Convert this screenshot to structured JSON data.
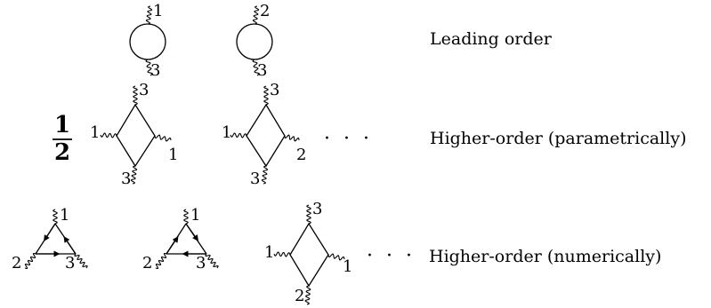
{
  "rows": [
    {
      "label": "Leading order"
    },
    {
      "label": "Higher-order (parametrically)"
    },
    {
      "label": "Higher-order (numerically)"
    }
  ],
  "symmetry_factor": {
    "numerator": "1",
    "denominator": "2"
  },
  "ellipsis": "· · ·",
  "legs": {
    "bubble1": {
      "top": "1",
      "bottom": "3"
    },
    "bubble2": {
      "top": "2",
      "bottom": "3"
    },
    "diamond1": {
      "top": "3",
      "left": "1",
      "right": "1",
      "bottom": "3"
    },
    "diamond2": {
      "top": "3",
      "left": "1",
      "right": "2",
      "bottom": "3"
    },
    "triangle1": {
      "top": "1",
      "left": "2",
      "right": "3"
    },
    "triangle2": {
      "top": "1",
      "left": "2",
      "right": "3"
    },
    "diamond3": {
      "top": "3",
      "left": "1",
      "right": "1",
      "bottom": "2"
    }
  }
}
